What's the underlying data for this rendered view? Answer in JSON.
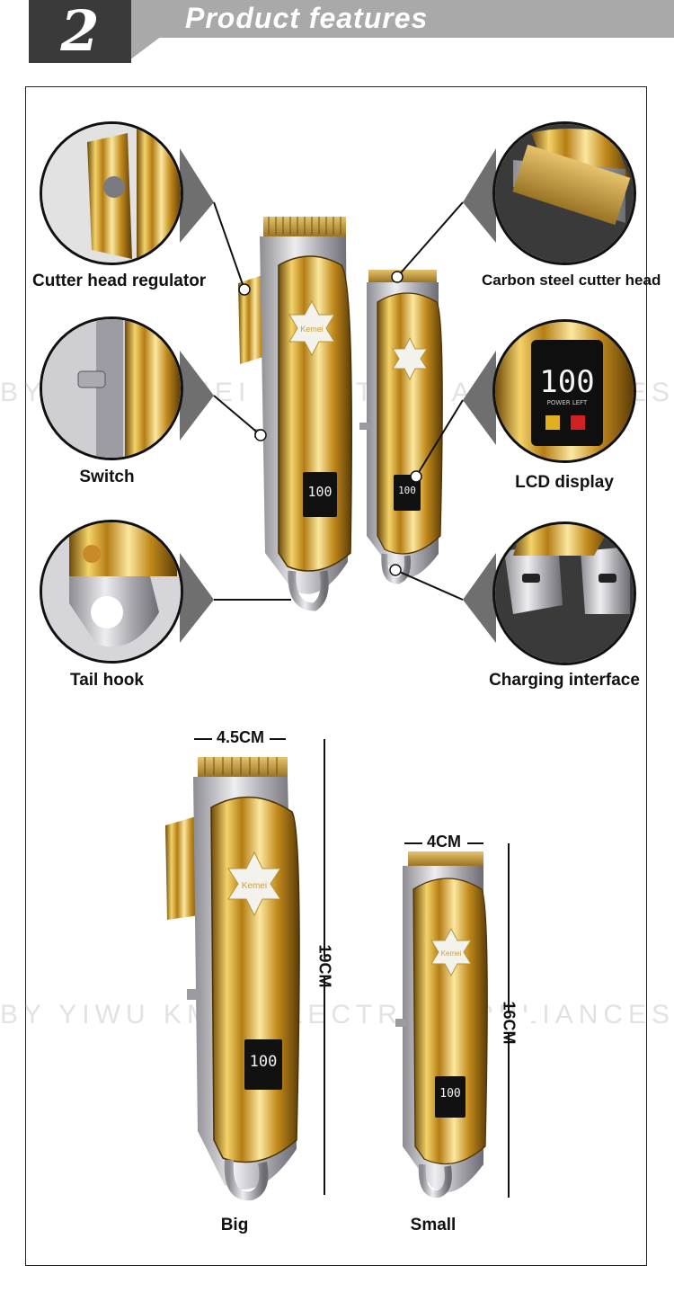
{
  "header": {
    "number": "2",
    "title": "Product features"
  },
  "watermark": "BY YIWU KMEI ELECTRIC APPLIANCES CO., LTD.",
  "callouts": {
    "cutter_head_regulator": "Cutter head regulator",
    "carbon_steel_cutter_head": "Carbon steel cutter head",
    "switch": "Switch",
    "lcd_display": "LCD display",
    "tail_hook": "Tail hook",
    "charging_interface": "Charging interface"
  },
  "product": {
    "brand": "Kemei",
    "lcd_value": "100",
    "lcd_caption": "POWER LEFT"
  },
  "dimensions": {
    "big_width": "4.5CM",
    "big_height": "19CM",
    "small_width": "4CM",
    "small_height": "16CM",
    "big_label": "Big",
    "small_label": "Small"
  },
  "colors": {
    "gold": "#d9a72a",
    "gold_dark": "#8a5e0c",
    "chrome": "#c8c8cc",
    "header_dark": "#3a3a3a",
    "header_grey": "#a9a9a9"
  }
}
